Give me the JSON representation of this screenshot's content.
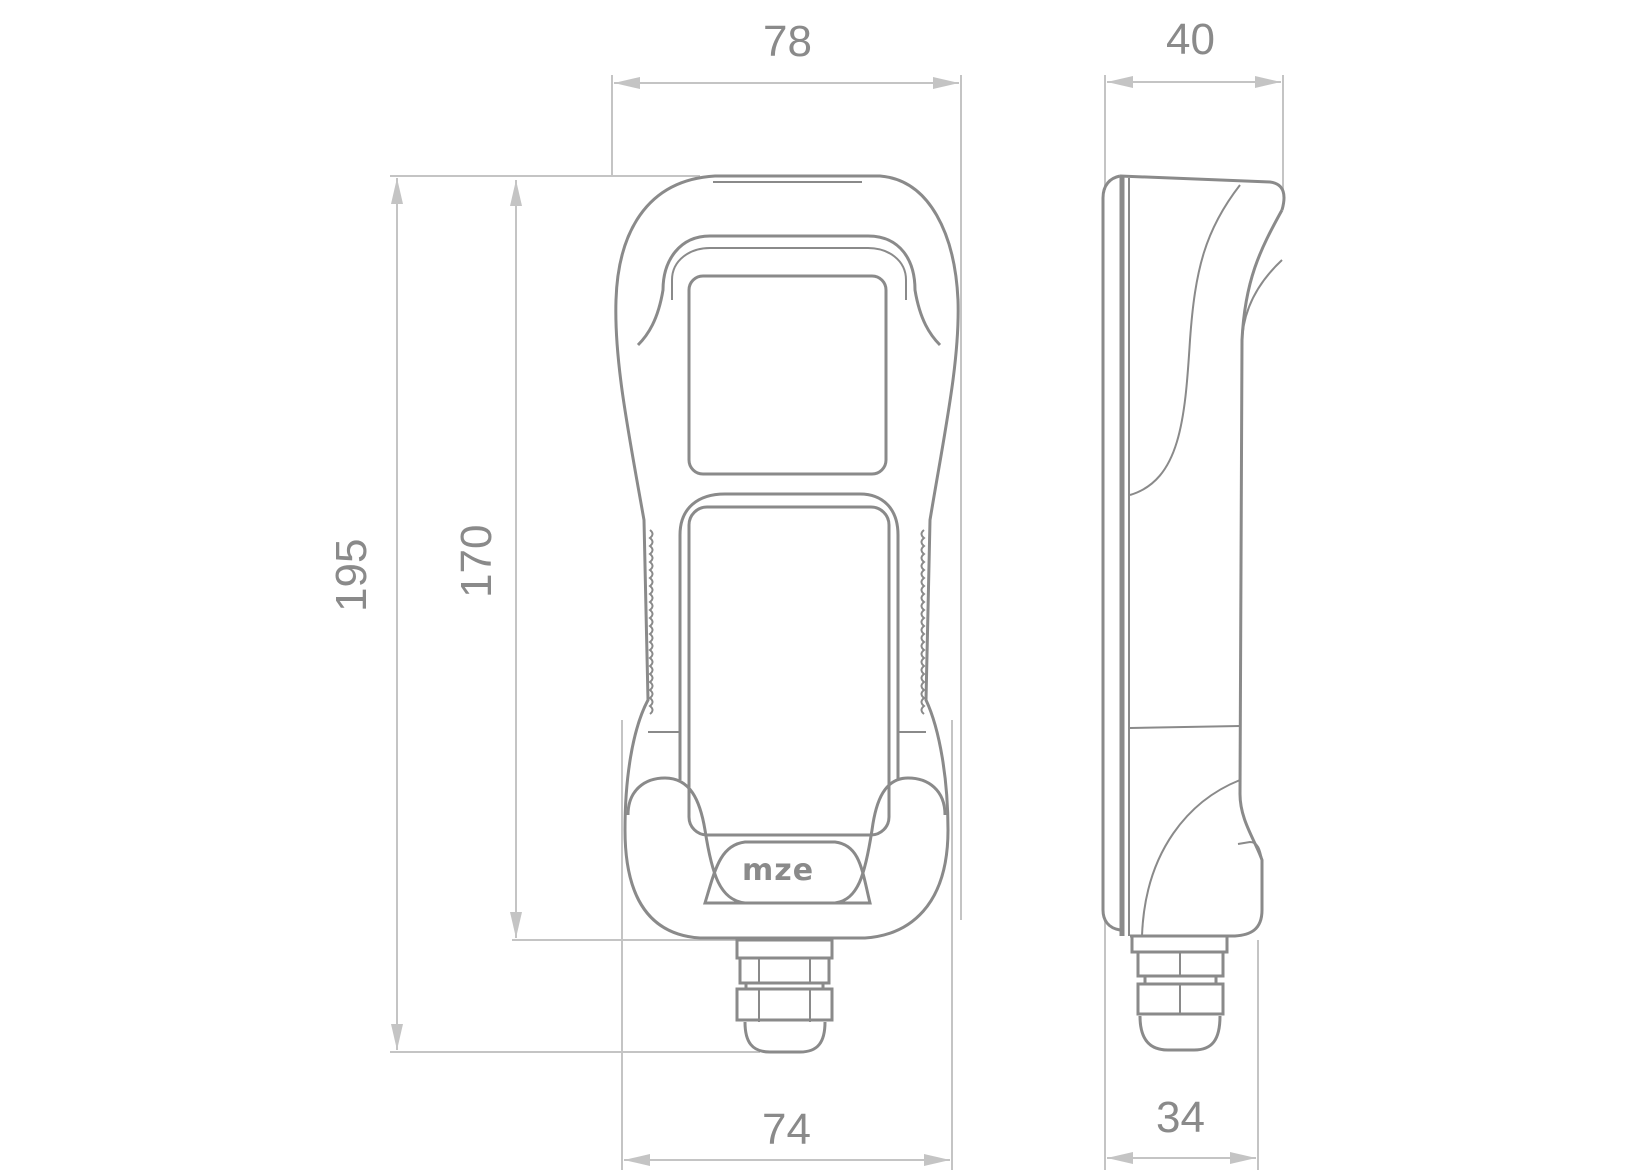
{
  "drawing": {
    "title": "Handheld enclosure dimension drawing",
    "views": [
      "front",
      "side"
    ],
    "brand_logo": "mze",
    "line_color": "#8a8a8a",
    "dimension_line_color": "#c4c4c4"
  },
  "dimensions": {
    "front_overall_width": "78",
    "front_base_width": "74",
    "front_overall_height": "195",
    "front_body_height": "170",
    "side_overall_depth": "40",
    "side_base_depth": "34"
  }
}
